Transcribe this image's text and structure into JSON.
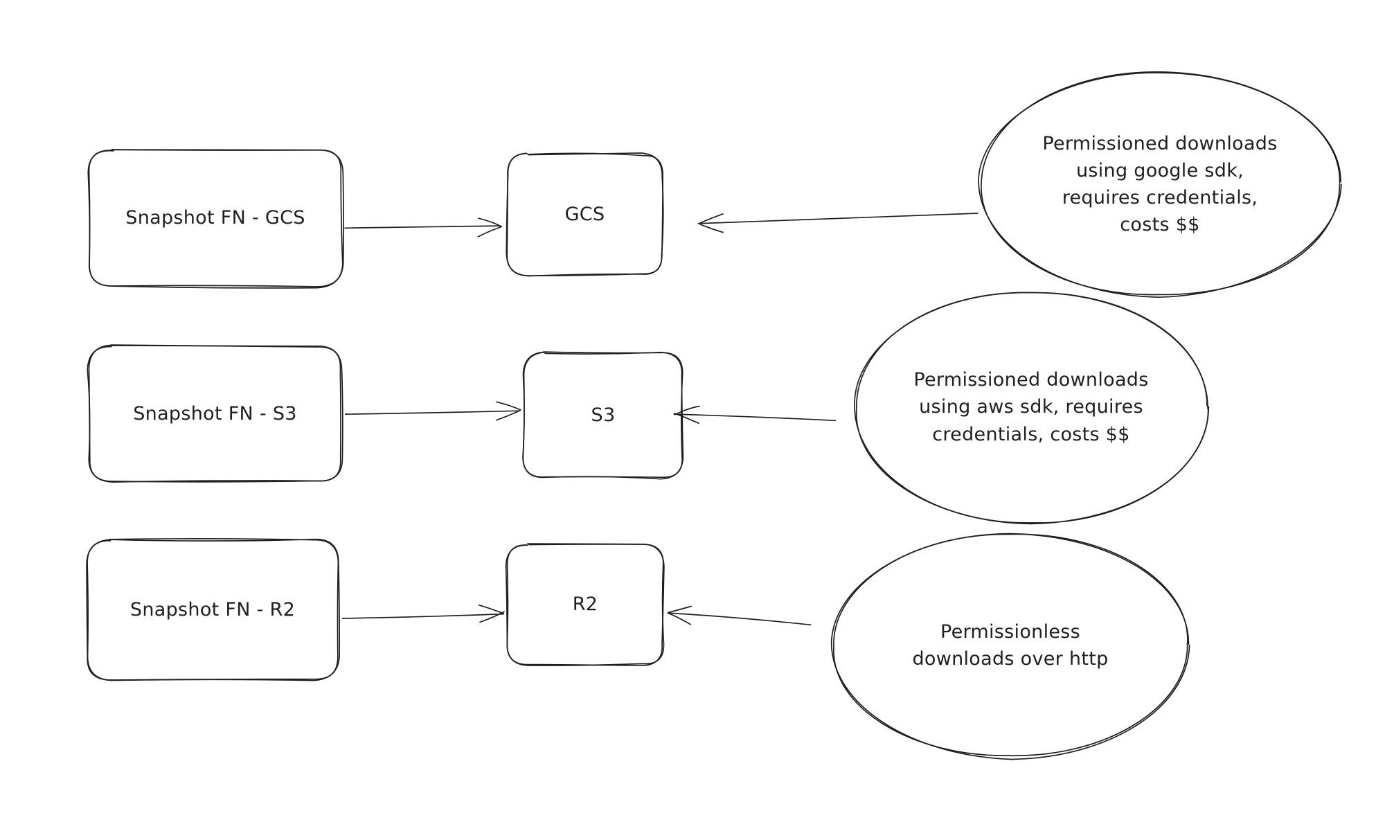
{
  "diagram": {
    "background_color": "#ffffff",
    "stroke_color": "#1f1f1f",
    "rows": [
      {
        "source": {
          "label": "Snapshot FN - GCS"
        },
        "target": {
          "label": "GCS"
        },
        "note": {
          "text": "Permissioned downloads\nusing google sdk,\nrequires credentials,\ncosts $$"
        }
      },
      {
        "source": {
          "label": "Snapshot FN - S3"
        },
        "target": {
          "label": "S3"
        },
        "note": {
          "text": "Permissioned downloads\nusing aws sdk, requires\ncredentials, costs $$"
        }
      },
      {
        "source": {
          "label": "Snapshot FN - R2"
        },
        "target": {
          "label": "R2"
        },
        "note": {
          "text": "Permissionless\ndownloads over http"
        }
      }
    ]
  }
}
